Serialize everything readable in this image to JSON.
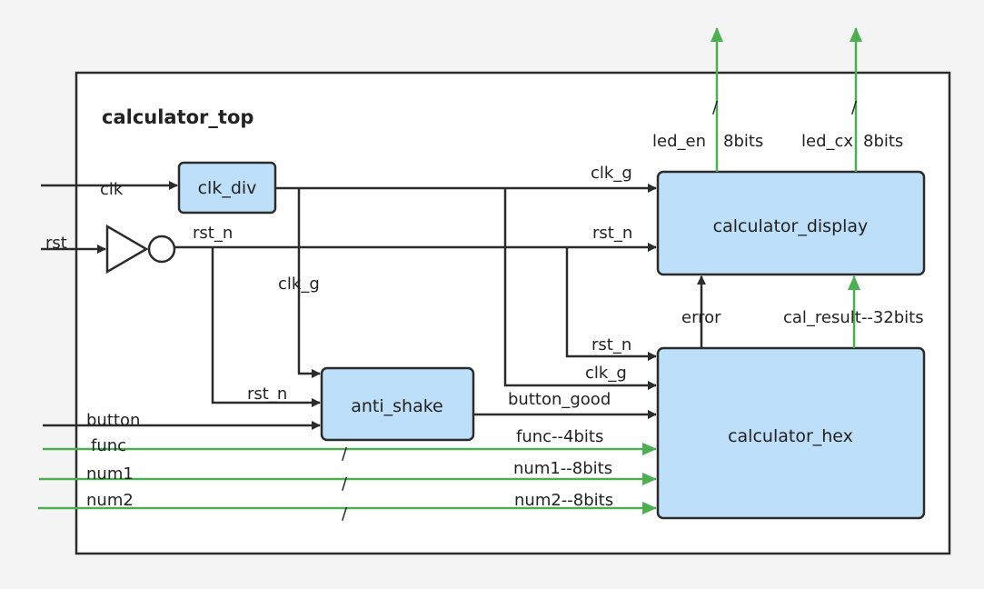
{
  "top_module": "calculator_top",
  "blocks": {
    "clk_div": "clk_div",
    "calculator_display": "calculator_display",
    "anti_shake": "anti_shake",
    "calculator_hex": "calculator_hex"
  },
  "inputs": {
    "clk": "clk",
    "rst": "rst",
    "button": "button",
    "func": "func",
    "num1": "num1",
    "num2": "num2"
  },
  "signals": {
    "rst_n_inv": "rst_n",
    "clk_g_vert": "clk_g",
    "clk_g_display": "clk_g",
    "rst_n_display": "rst_n",
    "rst_n_shake": "rst_n",
    "rst_n_hex": "rst_n",
    "clk_g_hex": "clk_g",
    "button_good": "button_good",
    "func_bits": "func--4bits",
    "num1_bits": "num1--8bits",
    "num2_bits": "num2--8bits",
    "error": "error",
    "cal_result": "cal_result--32bits"
  },
  "outputs": {
    "led_en": "led_en",
    "led_en_width": "8bits",
    "led_cx": "led_cx",
    "led_cx_width": "8bits"
  },
  "bus_slash": "/",
  "colors": {
    "wire": "#2b2b2b",
    "bus": "#4caf50",
    "block_fill": "#bddff9",
    "background": "#f4f4f4"
  }
}
